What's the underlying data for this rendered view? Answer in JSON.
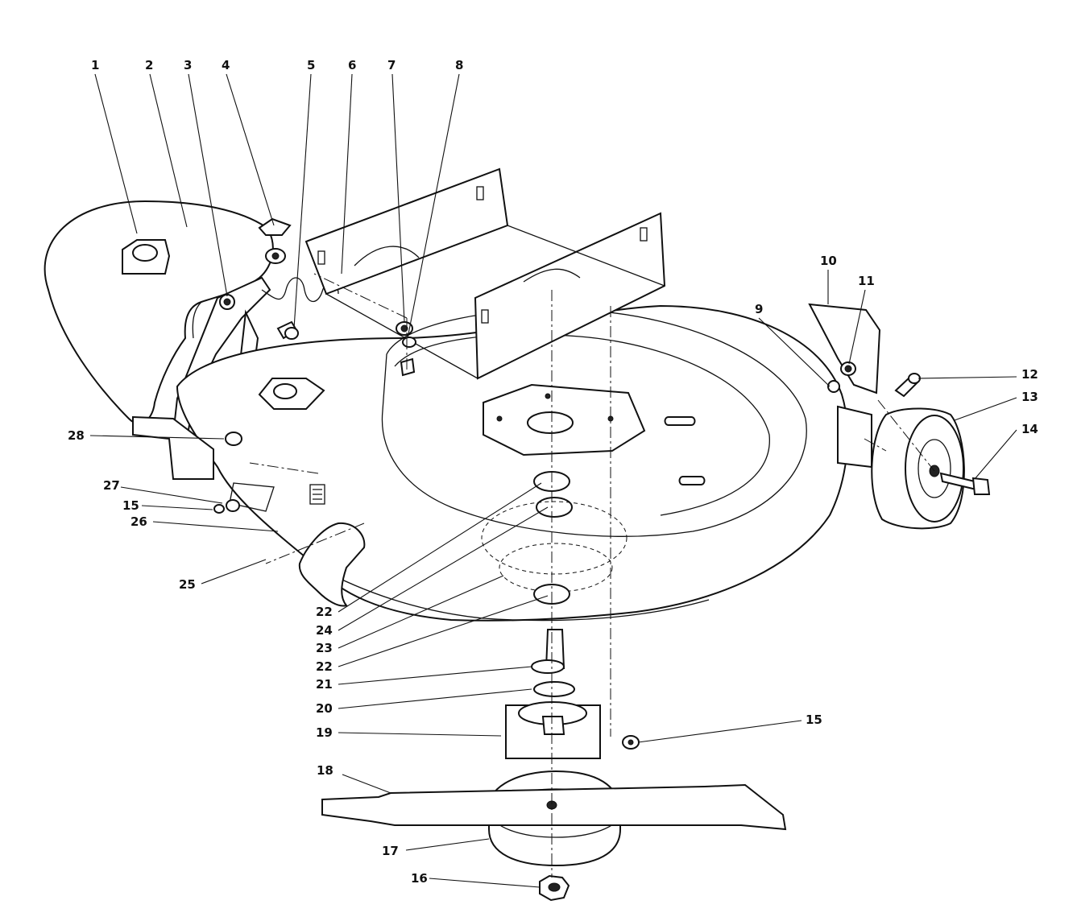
{
  "diagram": {
    "callouts": [
      "1",
      "2",
      "3",
      "4",
      "5",
      "6",
      "7",
      "8",
      "9",
      "10",
      "11",
      "12",
      "13",
      "14",
      "15",
      "16",
      "17",
      "18",
      "19",
      "20",
      "21",
      "22",
      "23",
      "24",
      "15",
      "22",
      "25",
      "26",
      "27",
      "28"
    ],
    "caption": ""
  },
  "colors": {
    "ink": "#111111",
    "paper": "#ffffff"
  }
}
